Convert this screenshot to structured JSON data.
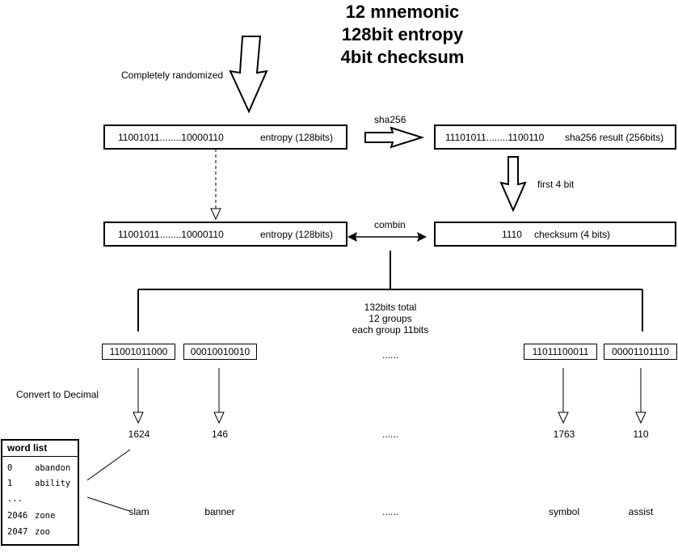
{
  "title": {
    "line1": "12 mnemonic",
    "line2": "128bit entropy",
    "line3": "4bit checksum"
  },
  "labels": {
    "randomized": "Completely randomized",
    "sha256": "sha256",
    "first4": "first 4 bit",
    "combin": "combin",
    "total_line1": "132bits total",
    "total_line2": "12 groups",
    "total_line3": "each group 11bits",
    "convert": "Convert to Decimal"
  },
  "entropy_box": {
    "bits": "11001011........10000110",
    "label": "entropy (128bits)"
  },
  "sha_box": {
    "bits": "11101011........1100110",
    "label": "sha256 result  (256bits)"
  },
  "entropy_copy_box": {
    "bits": "11001011........10000110",
    "label": "entropy (128bits)"
  },
  "checksum_box": {
    "bits": "1110",
    "label": "checksum (4 bits)"
  },
  "groups": [
    {
      "bits": "11001011000",
      "decimal": "1624",
      "word": "slam"
    },
    {
      "bits": "00010010010",
      "decimal": "146",
      "word": "banner"
    },
    {
      "bits": "11011100011",
      "decimal": "1763",
      "word": "symbol"
    },
    {
      "bits": "00001101110",
      "decimal": "110",
      "word": "assist"
    }
  ],
  "ellipsis": "......",
  "word_list": {
    "title": "word list",
    "rows": [
      {
        "index": "0",
        "word": "abandon"
      },
      {
        "index": "1",
        "word": "ability"
      },
      {
        "index": "...",
        "word": ""
      },
      {
        "index": "2046",
        "word": "zone"
      },
      {
        "index": "2047",
        "word": "zoo"
      }
    ]
  }
}
